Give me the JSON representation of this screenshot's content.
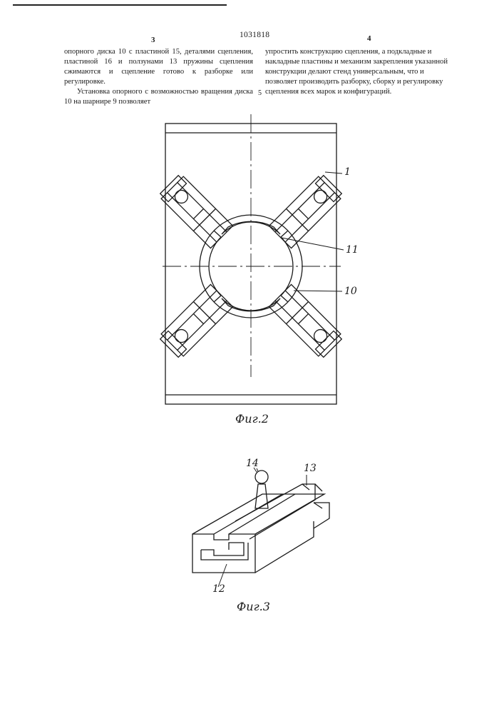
{
  "header": {
    "page_left": "3",
    "patent_number": "1031818",
    "page_right": "4"
  },
  "text": {
    "left_column": [
      "опорного диска 10 с пластиной 15, деталями сцепления, пластиной 16 и ползунами 13 пружины сцепления сжимаются и сцепление готово к разборке или регулировке.",
      "Установка опорного с возможностью вращения диска 10 на шарнире 9 позволяет"
    ],
    "right_column": "упростить конструкцию сцепления, а подкладные и накладные пластины и механизм закрепления указанной конструкции делают стенд универсальным, что и позволяет производить разборку, сборку и регулировку сцепления всех марок и конфигураций.",
    "line_number": "5"
  },
  "figures": {
    "fig2": {
      "caption": "Фиг.2",
      "labels": {
        "frame": "1",
        "disk_slot": "11",
        "disk": "10"
      }
    },
    "fig3": {
      "caption": "Фиг.3",
      "labels": {
        "handle": "14",
        "slider": "13",
        "guide": "12"
      }
    }
  }
}
